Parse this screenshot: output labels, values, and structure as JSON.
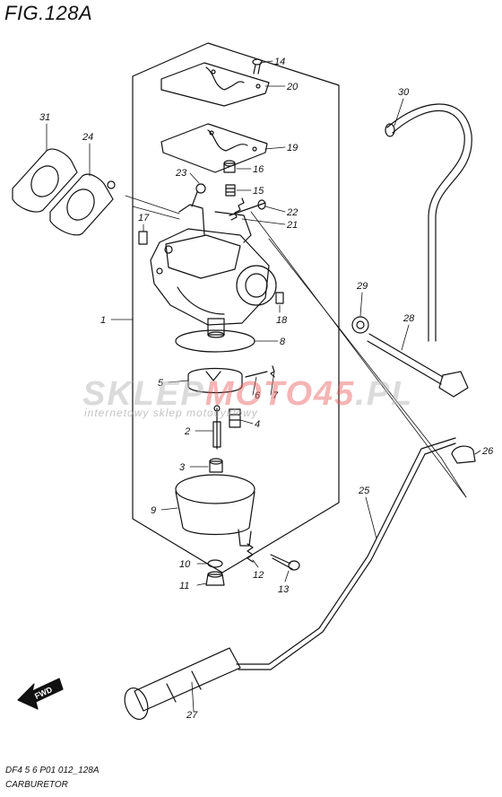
{
  "figure": {
    "title": "FIG.128A",
    "code": "DF4 5 6 P01 012_128A",
    "name": "CARBURETOR"
  },
  "watermark": {
    "part_a": "SKLEP",
    "part_b": "MOTO45",
    "part_c": ".PL",
    "tagline": "internetowy sklep motocyklowy"
  },
  "fwd_label": "FWD",
  "callouts": [
    "1",
    "2",
    "3",
    "4",
    "5",
    "6",
    "7",
    "8",
    "9",
    "10",
    "11",
    "12",
    "13",
    "14",
    "15",
    "16",
    "17",
    "18",
    "19",
    "20",
    "21",
    "22",
    "23",
    "24",
    "25",
    "26",
    "27",
    "28",
    "29",
    "30",
    "31"
  ]
}
